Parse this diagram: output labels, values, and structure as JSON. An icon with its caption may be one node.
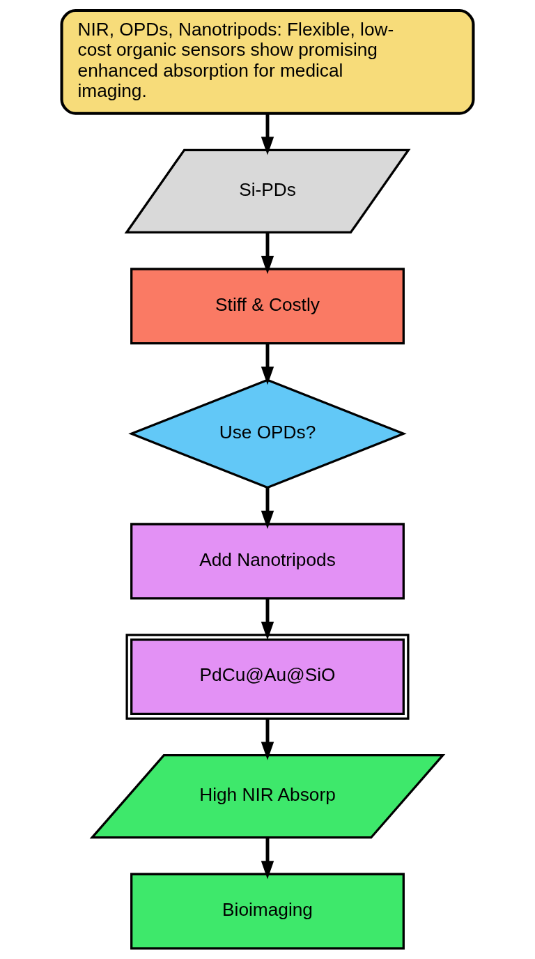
{
  "diagram": {
    "nodes": [
      {
        "text": [
          "NIR, OPDs, Nanotripods: Flexible, low-cost organic sensors show promising enhanced absorption for medical imaging."
        ]
      },
      {
        "text": [
          "Si-PDs"
        ]
      },
      {
        "text": [
          "Stiff & Costly"
        ]
      },
      {
        "text": [
          "Use OPDs?"
        ]
      },
      {
        "text": [
          "Add Nanotripods"
        ]
      },
      {
        "text": [
          "PdCu@Au@SiO"
        ]
      },
      {
        "text": [
          "High NIR Absorp"
        ]
      },
      {
        "text": [
          "Bioimaging"
        ]
      }
    ],
    "edges": [
      {
        "from": 0,
        "to": 1,
        "arrow": "to"
      },
      {
        "from": 1,
        "to": 2,
        "arrow": "to"
      },
      {
        "from": 2,
        "to": 3,
        "arrow": "to"
      },
      {
        "from": 3,
        "to": 4,
        "arrow": "to"
      },
      {
        "from": 4,
        "to": 5,
        "arrow": "to"
      },
      {
        "from": 5,
        "to": 6,
        "arrow": "to"
      },
      {
        "from": 6,
        "to": 7,
        "arrow": "to"
      }
    ]
  }
}
